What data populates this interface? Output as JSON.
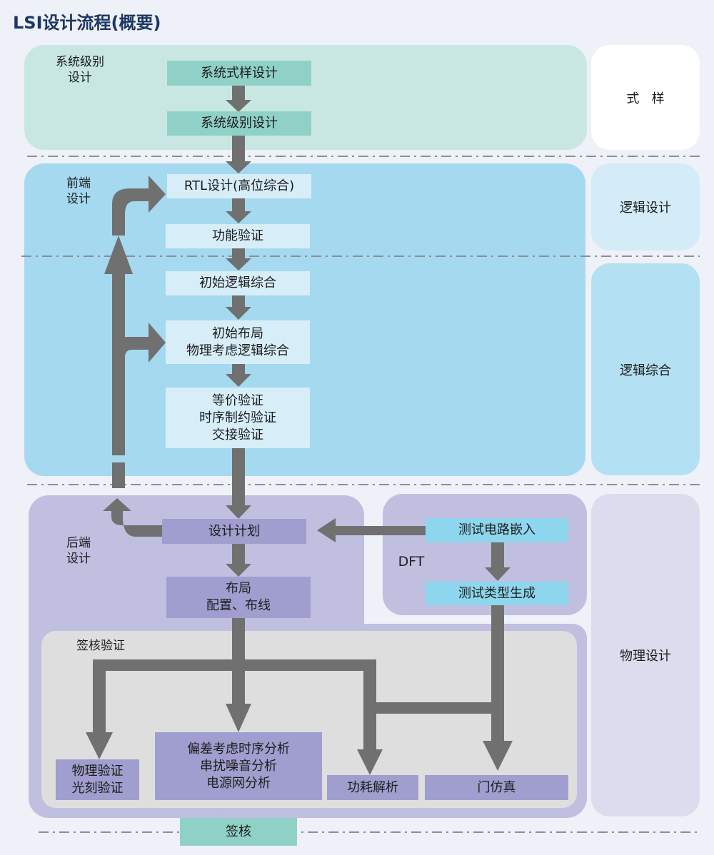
{
  "title": "LSI设计流程(概要)",
  "regions": {
    "system": "系统级别\n设计",
    "frontend": "前端\n设计",
    "backend": "后端\n设计",
    "dft": "DFT",
    "signoff_verify": "签核验证"
  },
  "steps": {
    "spec_design": "系统式样设计",
    "system_design": "系统级别设计",
    "rtl": "RTL设计(高位综合)",
    "func_verify": "功能验证",
    "init_synth": "初始逻辑综合",
    "init_layout": "初始布局\n物理考虑逻辑综合",
    "verify_group": "等价验证\n时序制约验证\n交接验证",
    "design_plan": "设计计划",
    "place_route": "布局\n配置、布线",
    "test_insert": "测试电路嵌入",
    "test_pattern": "测试类型生成",
    "phys_verify": "物理验证\n光刻验证",
    "timing_analysis": "偏差考虑时序分析\n串扰噪音分析\n电源网分析",
    "power_analysis": "功耗解析",
    "gate_sim": "门仿真",
    "signoff": "签核"
  },
  "side": {
    "spec": "式   样",
    "logic_design": "逻辑设计",
    "logic_synth": "逻辑综合",
    "phys_design": "物理设计"
  },
  "colors": {
    "system_region": "#c8e7e2",
    "frontend_region": "#a5d9f0",
    "backend_region": "#c0bfe0",
    "dft_region": "#c0bfe0",
    "signoff_region": "#dedede",
    "arrow": "#707070"
  }
}
